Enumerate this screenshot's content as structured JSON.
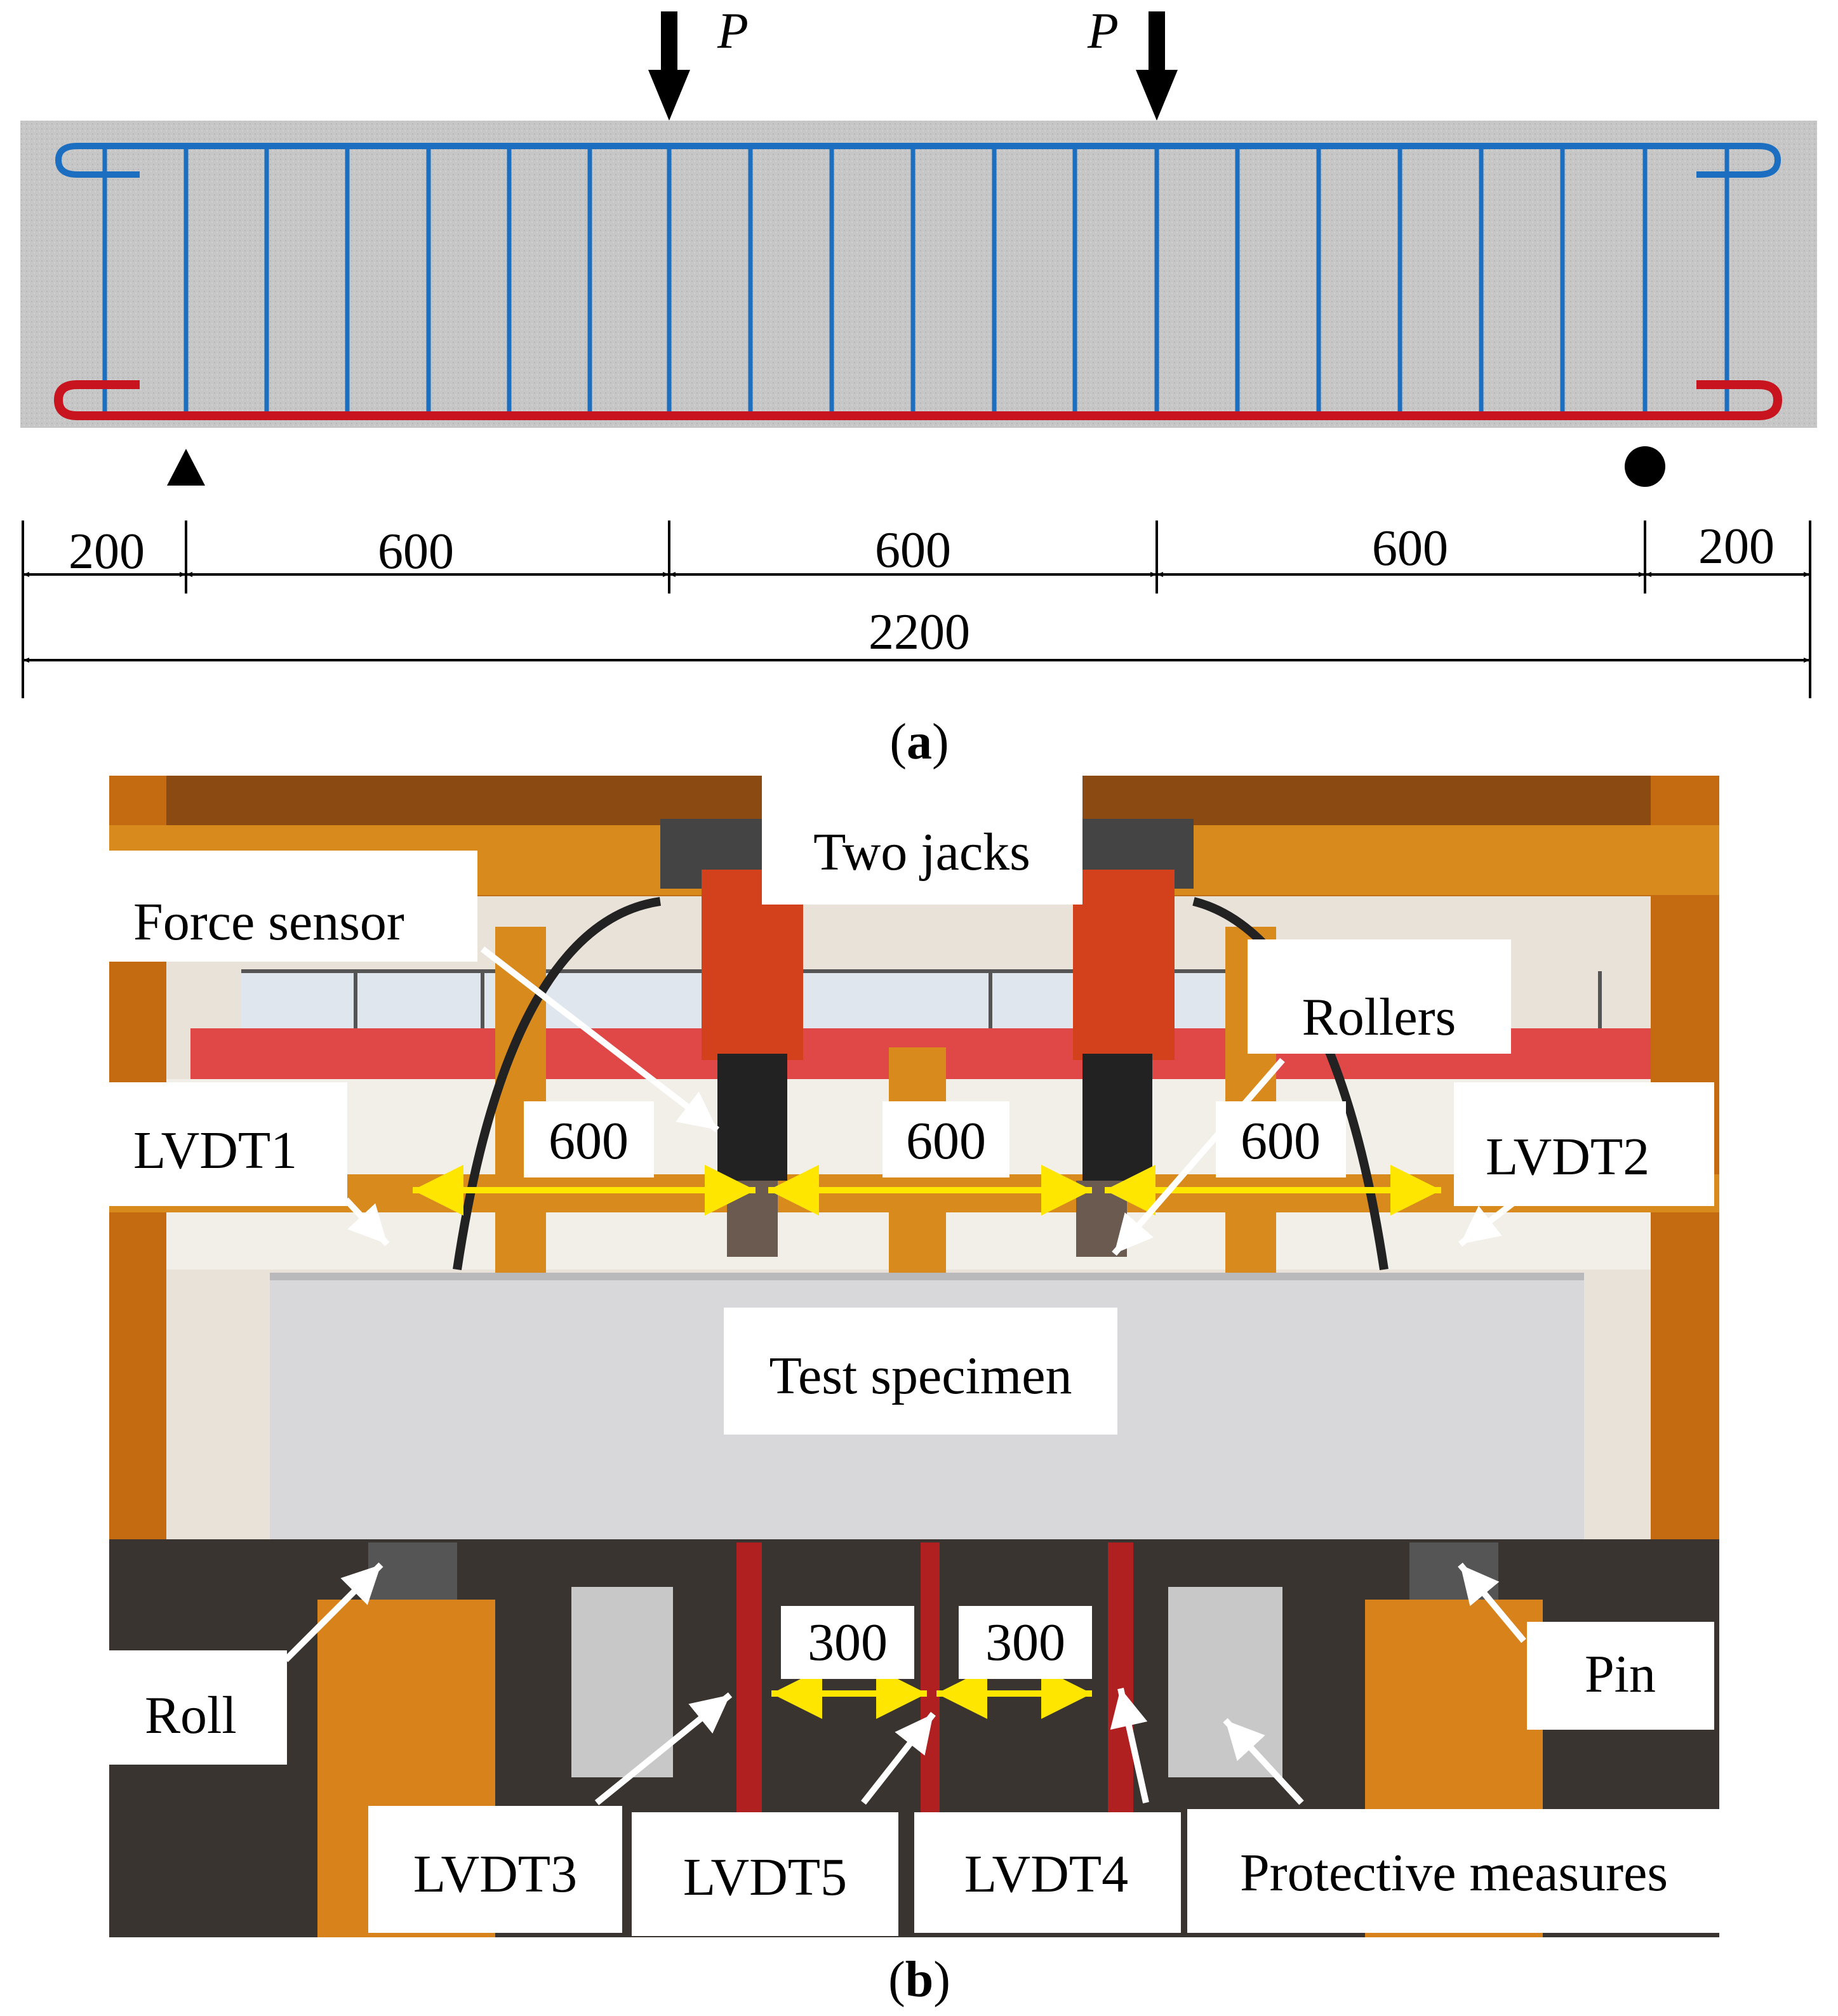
{
  "panel_a": {
    "loads": [
      {
        "label": "P"
      },
      {
        "label": "P"
      }
    ],
    "dimensions": {
      "segments": [
        "200",
        "600",
        "600",
        "600",
        "200"
      ],
      "total": "2200"
    },
    "caption": {
      "open": "(",
      "letter": "a",
      "close": ")"
    },
    "colors": {
      "concrete": "#c8c8c8",
      "stirrup": "#1c6fc0",
      "bottom_bar": "#c8141e"
    }
  },
  "panel_b": {
    "labels": {
      "two_jacks": "Two jacks",
      "force_sensor": "Force sensor",
      "rollers": "Rollers",
      "lvdt1": "LVDT1",
      "lvdt2": "LVDT2",
      "test_specimen": "Test specimen",
      "roll": "Roll",
      "pin": "Pin",
      "lvdt3": "LVDT3",
      "lvdt5": "LVDT5",
      "lvdt4": "LVDT4",
      "protective_measures": "Protective measures"
    },
    "top_spans": [
      "600",
      "600",
      "600"
    ],
    "bottom_spans": [
      "300",
      "300"
    ],
    "caption": {
      "open": "(",
      "letter": "b",
      "close": ")"
    },
    "colors": {
      "span_arrow": "#ffe600",
      "frame": "#d88a1c",
      "jack": "#d2401c",
      "beam": "#d8d8da"
    }
  }
}
